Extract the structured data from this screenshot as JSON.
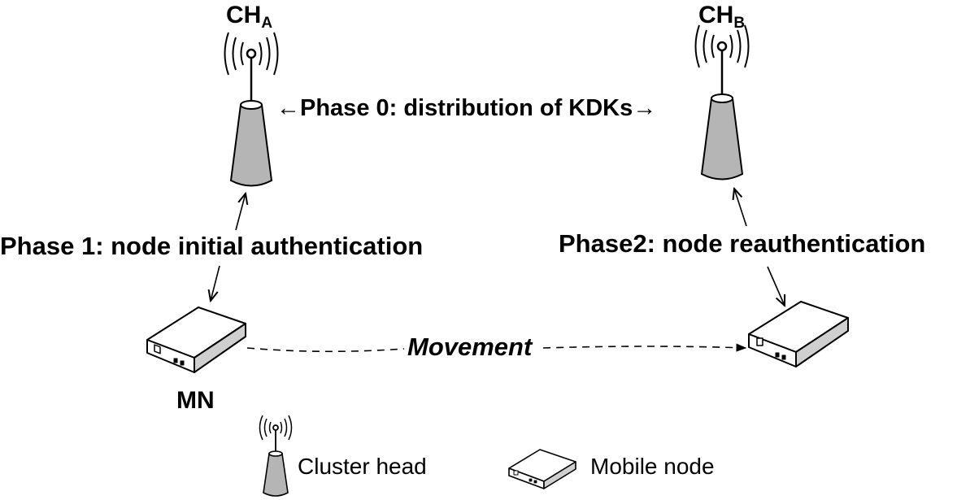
{
  "cluster_heads": {
    "a": {
      "label": "CH",
      "subscript": "A"
    },
    "b": {
      "label": "CH",
      "subscript": "B"
    }
  },
  "phases": {
    "phase0": "Phase 0: distribution of KDKs",
    "phase1": "Phase 1: node initial authentication",
    "phase2": "Phase2: node reauthentication"
  },
  "arrows": {
    "left": "←",
    "right": "→"
  },
  "movement": "Movement",
  "mobile_node_label": "MN",
  "legend": {
    "cluster_head": "Cluster head",
    "mobile_node": "Mobile node"
  },
  "icons": [
    "antenna-tower-icon",
    "mobile-node-device-icon",
    "radio-waves-icon"
  ]
}
